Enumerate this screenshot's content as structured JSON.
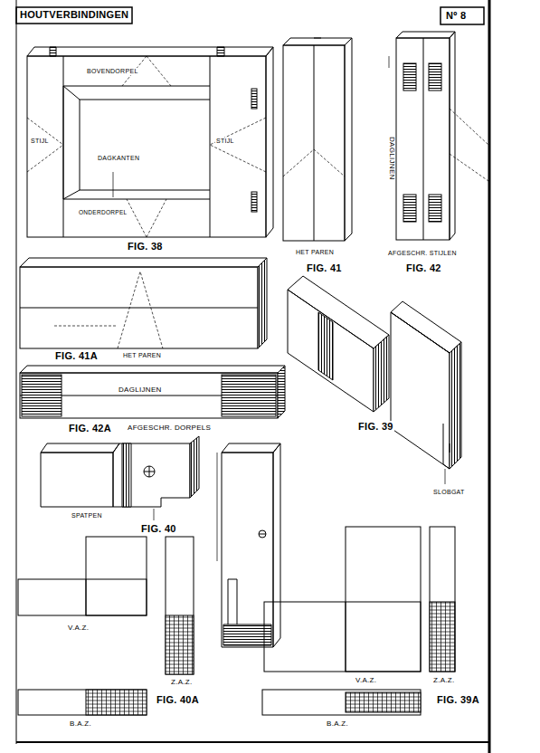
{
  "diagram": {
    "title": "HOUTVERBINDINGEN",
    "labels": [
      "Nº 8",
      "BOVENDORPEL",
      "STIJL",
      "STIJL",
      "DAGKANTEN",
      "ONDERDORPEL",
      "FIG. 38",
      "HET PAREN",
      "FIG. 41",
      "AFGESCHR. STIJLEN",
      "FIG. 42",
      "DAGLIJNEN",
      "FIG. 41A",
      "HET PAREN",
      "DAGLIJNEN",
      "FIG. 42A",
      "AFGESCHR. DORPELS",
      "FIG. 39",
      "SLOBGAT",
      "SPATPEN",
      "FIG. 40",
      "V.A.Z.",
      "Z.A.Z.",
      "FIG. 40A",
      "B.A.Z.",
      "V.A.Z.",
      "Z.A.Z.",
      "FIG. 39A",
      "B.A.Z."
    ]
  }
}
